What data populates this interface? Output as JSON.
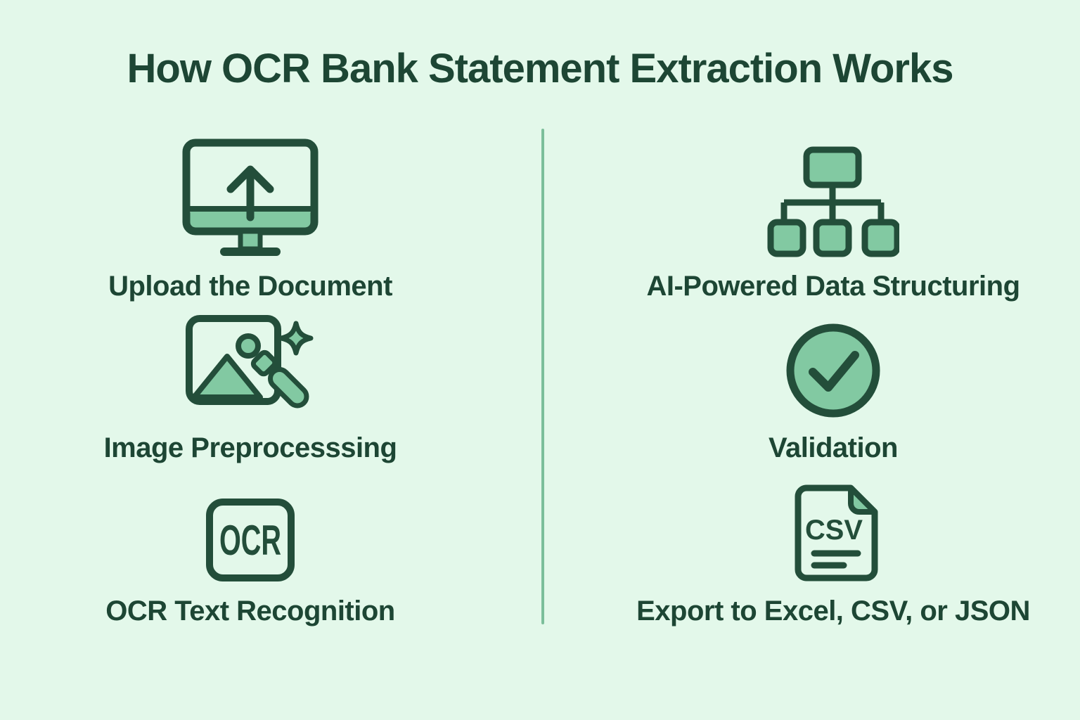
{
  "title": "How OCR Bank Statement Extraction Works",
  "colors": {
    "background": "#e3f8ea",
    "dark_green": "#234e3a",
    "medium_green": "#82c9a2",
    "text": "#1d4634",
    "divider": "#7cbf9b"
  },
  "columns": {
    "left": {
      "steps": [
        {
          "icon": "monitor-upload-icon",
          "label": "Upload the Document"
        },
        {
          "icon": "image-preprocessing-icon",
          "label": "Image Preprocesssing"
        },
        {
          "icon": "ocr-badge-icon",
          "label": "OCR Text Recognition"
        }
      ]
    },
    "right": {
      "steps": [
        {
          "icon": "hierarchy-icon",
          "label": "AI-Powered Data Structuring"
        },
        {
          "icon": "checkmark-circle-icon",
          "label": "Validation"
        },
        {
          "icon": "csv-file-icon",
          "label": "Export to Excel, CSV, or JSON"
        }
      ]
    }
  },
  "icon_labels": {
    "ocr": "OCR",
    "csv": "CSV"
  }
}
